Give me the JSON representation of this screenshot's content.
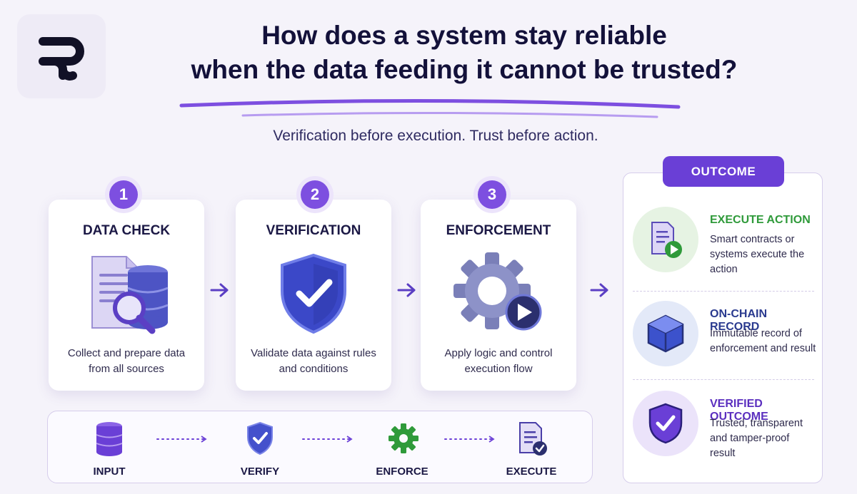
{
  "headline": {
    "line1": "How does a system stay reliable",
    "line2": "when the data feeding it cannot be trusted?"
  },
  "tagline": "Verification before execution. Trust before action.",
  "steps": [
    {
      "number": "1",
      "title": "DATA CHECK",
      "description": "Collect and prepare data from all sources",
      "icon": "document-database-magnifier-icon"
    },
    {
      "number": "2",
      "title": "VERIFICATION",
      "description": "Validate data against rules and conditions",
      "icon": "shield-check-icon"
    },
    {
      "number": "3",
      "title": "ENFORCEMENT",
      "description": "Apply logic and control execution flow",
      "icon": "gear-play-icon"
    }
  ],
  "flow_strip": [
    {
      "label": "INPUT",
      "icon": "database-icon"
    },
    {
      "label": "VERIFY",
      "icon": "shield-check-icon"
    },
    {
      "label": "ENFORCE",
      "icon": "gear-icon"
    },
    {
      "label": "EXECUTE",
      "icon": "document-check-icon"
    }
  ],
  "outcome": {
    "tag": "OUTCOME",
    "items": [
      {
        "title": "EXECUTE ACTION",
        "description": "Smart contracts or systems execute the action",
        "color": "#2f9a3a",
        "icon": "document-play-icon"
      },
      {
        "title": "ON-CHAIN RECORD",
        "description": "Immutable record of enforcement and result",
        "color": "#2a3a8f",
        "icon": "cube-icon"
      },
      {
        "title": "VERIFIED OUTCOME",
        "description": "Trusted, transparent and tamper-proof result",
        "color": "#5b2fbf",
        "icon": "shield-check-icon"
      }
    ]
  },
  "colors": {
    "accent": "#7d4fe0",
    "outcome_tag": "#6a3fd6",
    "green": "#2f9a3a",
    "navy": "#13113a"
  }
}
